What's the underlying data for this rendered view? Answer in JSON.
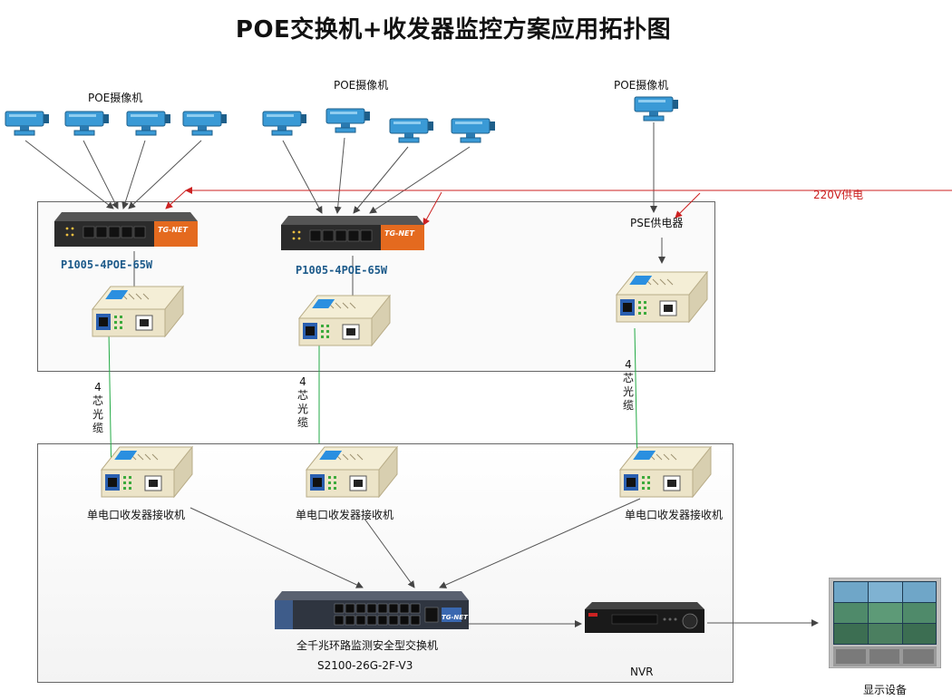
{
  "title": "POE交换机+收发器监控方案应用拓扑图",
  "cameras": {
    "group1_label": "POE摄像机",
    "group2_label": "POE摄像机",
    "group3_label": "POE摄像机"
  },
  "power": {
    "label": "220V供电",
    "pse_label": "PSE供电器"
  },
  "poe_switches": [
    {
      "model": "P1005-4POE-65W",
      "brand": "TG-NET"
    },
    {
      "model": "P1005-4POE-65W",
      "brand": "TG-NET"
    }
  ],
  "fiber": {
    "label_chars": [
      "4",
      "芯",
      "光",
      "缆"
    ]
  },
  "receivers": [
    {
      "label": "单电口收发器接收机"
    },
    {
      "label": "单电口收发器接收机"
    },
    {
      "label": "单电口收发器接收机"
    }
  ],
  "core_switch": {
    "name": "全千兆环路监测安全型交换机",
    "model": "S2100-26G-2F-V3",
    "brand": "TG-NET"
  },
  "nvr": {
    "label": "NVR"
  },
  "display": {
    "label": "显示设备"
  },
  "colors": {
    "fiber_line": "#22aa44",
    "power_line": "#cc2222",
    "network_line": "#444444",
    "camera_blue": "#3a9ad6"
  }
}
